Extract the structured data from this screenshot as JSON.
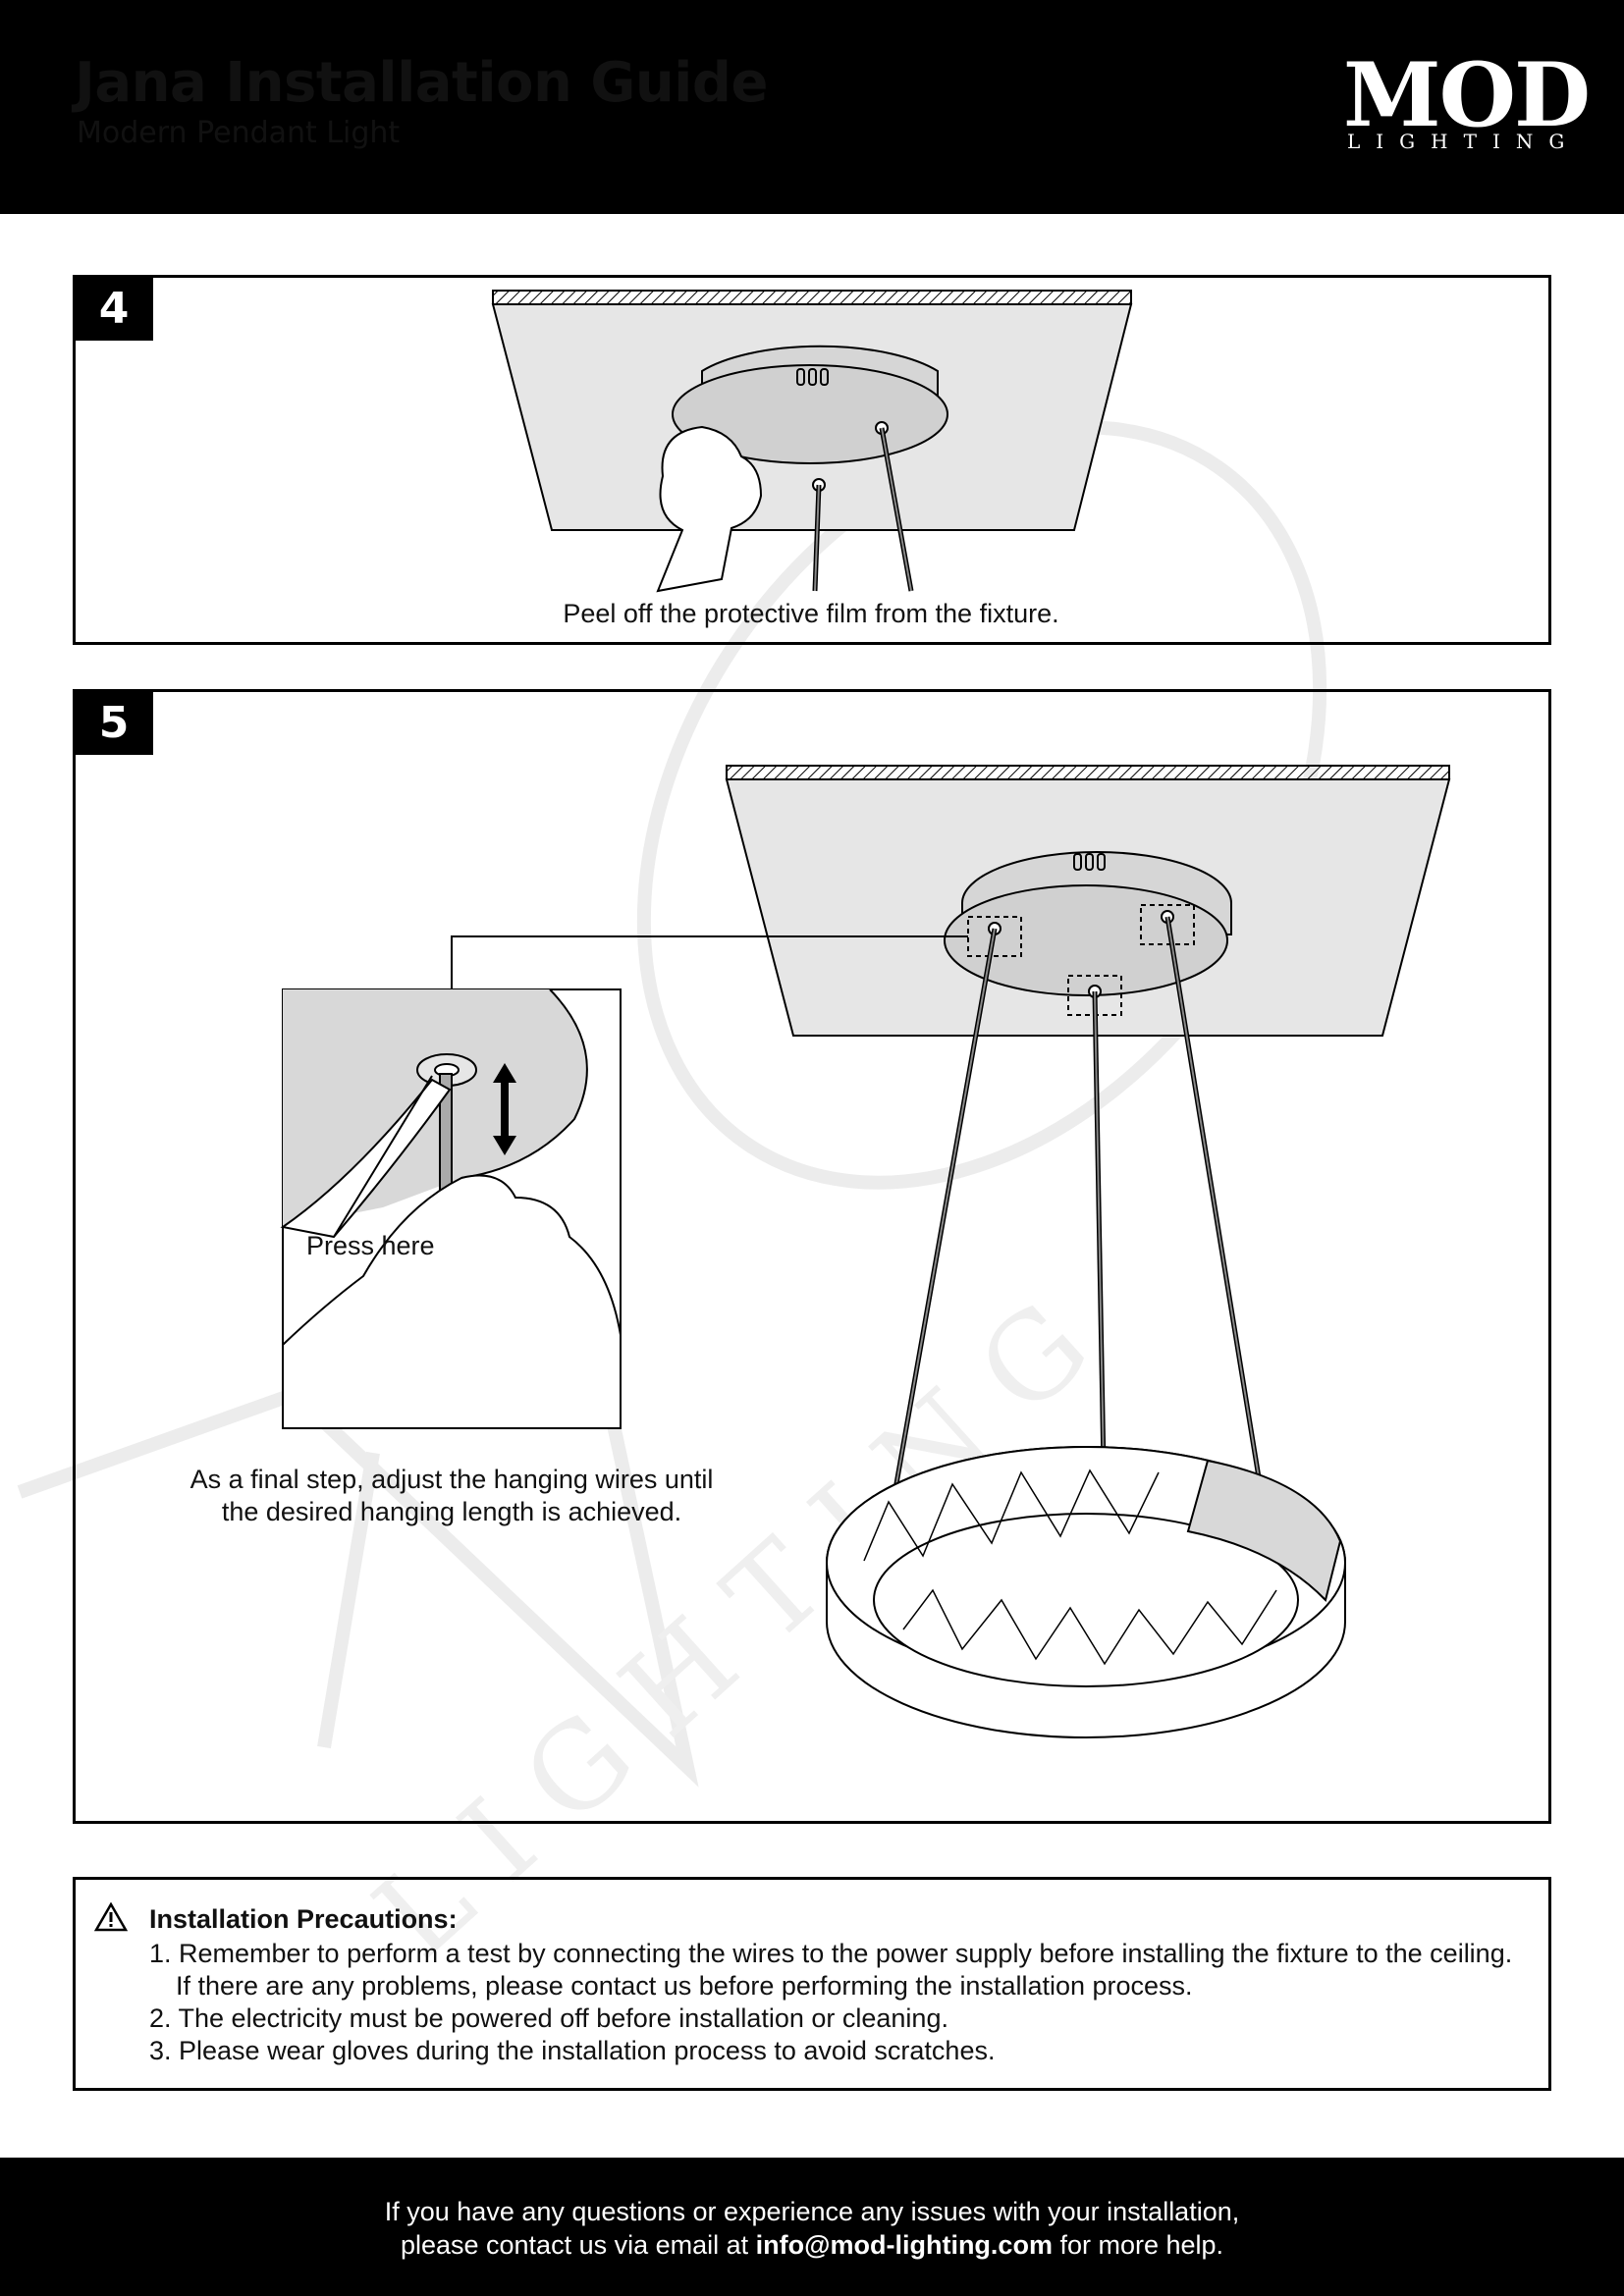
{
  "header": {
    "title": "Jana Installation Guide",
    "subtitle": "Modern Pendant Light",
    "logo_main": "MOD",
    "logo_sub": "LIGHTING"
  },
  "steps": [
    {
      "number": "4",
      "caption": "Peel off the protective film from the fixture."
    },
    {
      "number": "5",
      "press_label": "Press here",
      "caption_line1": "As a final step, adjust the hanging wires until",
      "caption_line2": "the desired hanging length is achieved."
    }
  ],
  "precautions": {
    "icon": "warning-icon",
    "title": "Installation Precautions:",
    "items": [
      "1. Remember to perform a test by connecting the wires to the power supply before installing the fixture to the ceiling.",
      "If there are any problems, please contact us before performing the installation process.",
      "2. The electricity must be powered off before installation or cleaning.",
      "3. Please wear gloves during the installation process to avoid scratches."
    ]
  },
  "footer": {
    "line1": "If you have any questions or experience any issues with your installation,",
    "line2_prefix": "please contact us via email at",
    "email": "info@mod-lighting.com",
    "line2_suffix": "for more help."
  }
}
